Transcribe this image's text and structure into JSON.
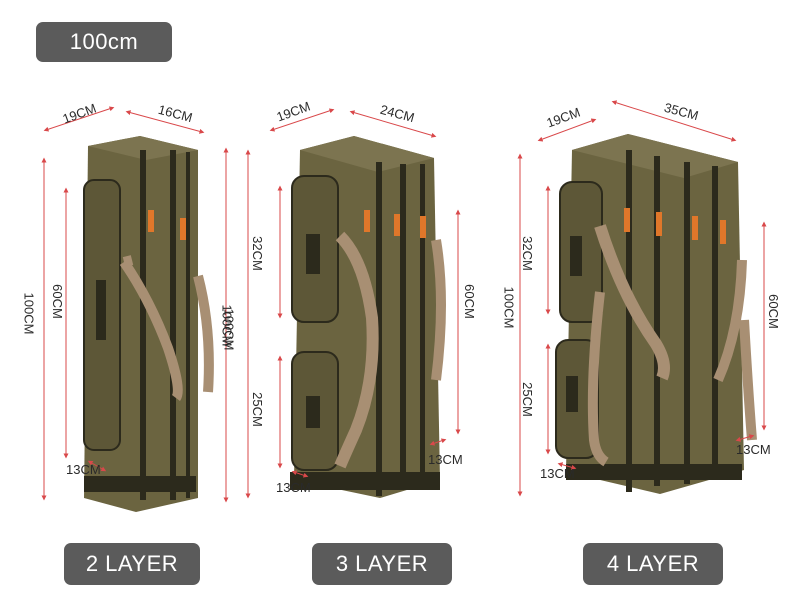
{
  "header": {
    "size_label": "100cm"
  },
  "products": [
    {
      "layer_label": "2 LAYER",
      "dims": {
        "width": "19CM",
        "depth": "16CM",
        "height": "100CM",
        "pocket": "60CM",
        "bottom": "13CM"
      }
    },
    {
      "layer_label": "3 LAYER",
      "dims": {
        "width": "19CM",
        "depth": "24CM",
        "height": "100CM",
        "pocket_top": "32CM",
        "pocket_bottom": "25CM",
        "side": "60CM",
        "bottom_left": "13CM",
        "bottom_right": "13CM"
      }
    },
    {
      "layer_label": "4 LAYER",
      "dims": {
        "width": "19CM",
        "depth": "35CM",
        "height": "100CM",
        "pocket_top": "32CM",
        "pocket_bottom": "25CM",
        "side": "60CM",
        "bottom_left": "13CM",
        "bottom_right": "13CM"
      }
    }
  ],
  "colors": {
    "bag": "#6b6440",
    "bag_dark": "#3d3a26",
    "strap": "#a88f73",
    "zipper": "#e0772a",
    "dim_line": "#d9484a",
    "pill": "#5b5b5b"
  }
}
